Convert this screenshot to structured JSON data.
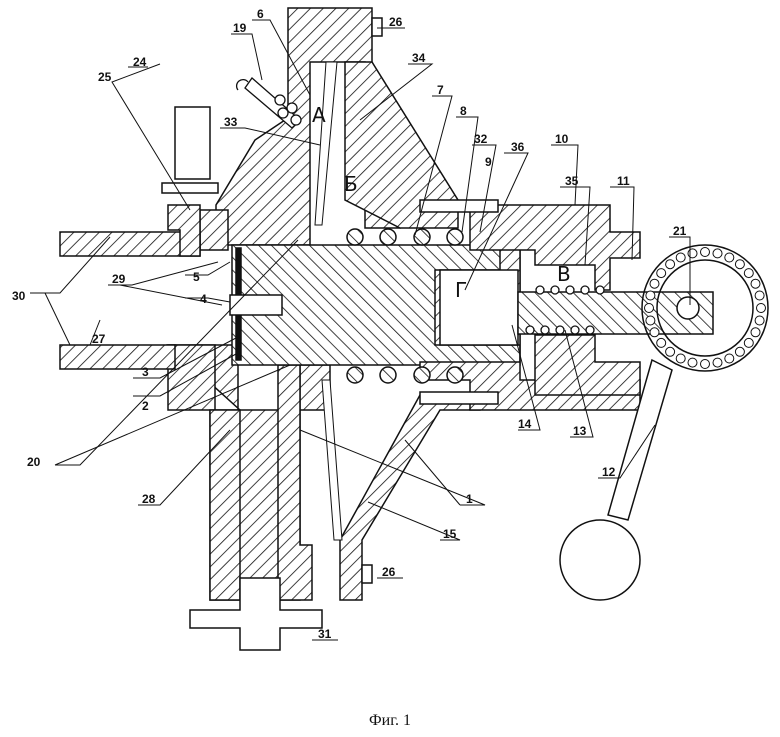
{
  "labels": {
    "l1": "1",
    "l2": "2",
    "l3": "3",
    "l4": "4",
    "l5": "5",
    "l6": "6",
    "l7": "7",
    "l8": "8",
    "l9": "9",
    "l10": "10",
    "l11": "11",
    "l12": "12",
    "l13": "13",
    "l14": "14",
    "l15": "15",
    "l19": "19",
    "l20": "20",
    "l21": "21",
    "l24": "24",
    "l25": "25",
    "l26a": "26",
    "l26b": "26",
    "l27": "27",
    "l28": "28",
    "l29": "29",
    "l30": "30",
    "l31": "31",
    "l32": "32",
    "l33": "33",
    "l34": "34",
    "l35": "35",
    "l36": "36"
  },
  "zones": {
    "a": "А",
    "b": "Б",
    "v": "В",
    "g": "Г"
  },
  "caption": "Фиг. 1"
}
